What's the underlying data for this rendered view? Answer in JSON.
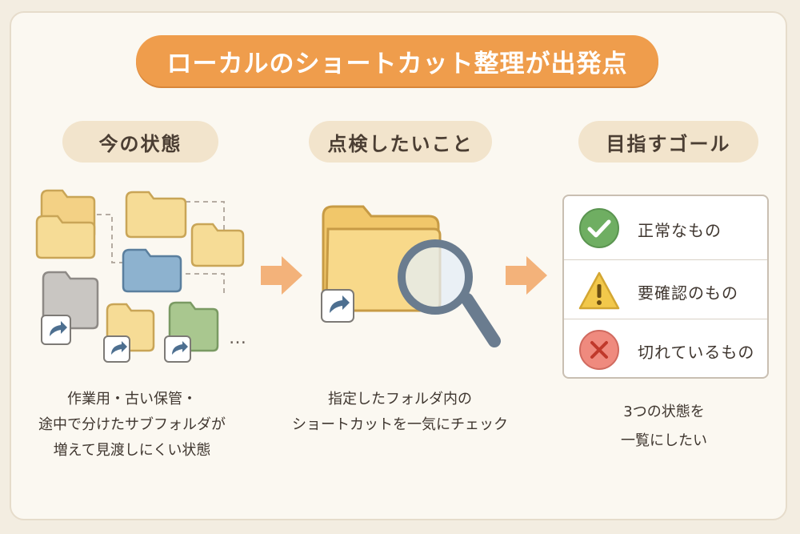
{
  "title": "ローカルのショートカット整理が出発点",
  "columns": [
    {
      "heading": "今の状態",
      "caption_lines": [
        "作業用・古い保管・",
        "途中で分けたサブフォルダが",
        "増えて見渡しにくい状態"
      ]
    },
    {
      "heading": "点検したいこと",
      "caption_lines": [
        "指定したフォルダ内の",
        "ショートカットを一気にチェック"
      ]
    },
    {
      "heading": "目指すゴール",
      "caption_lines": [
        "3つの状態を",
        "一覧にしたい"
      ]
    }
  ],
  "ellipsis": "…",
  "statuses": [
    {
      "label": "正常なもの",
      "icon": "check-circle-icon",
      "color": "#6fae62"
    },
    {
      "label": "要確認のもの",
      "icon": "warning-triangle-icon",
      "color": "#f2c84b"
    },
    {
      "label": "切れているもの",
      "icon": "x-circle-icon",
      "color": "#ef8a7e"
    }
  ],
  "colors": {
    "accent": "#ef9d4c",
    "heading_bg": "#f2e4cc",
    "arrow": "#f3b27a"
  }
}
